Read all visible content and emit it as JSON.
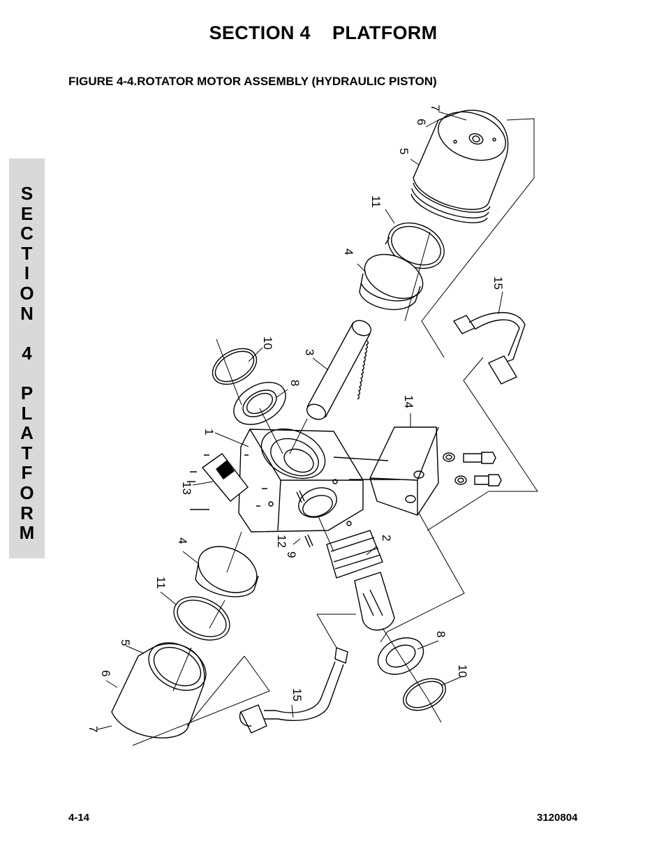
{
  "header": {
    "section_title": "SECTION 4    PLATFORM",
    "figure_title": "FIGURE 4-4.ROTATOR MOTOR ASSEMBLY (HYDRAULIC PISTON)"
  },
  "side_tab": {
    "letters": [
      "S",
      "E",
      "C",
      "T",
      "I",
      "O",
      "N",
      " ",
      "4",
      " ",
      "P",
      "L",
      "A",
      "T",
      "F",
      "O",
      "R",
      "M"
    ]
  },
  "callouts": {
    "c7_top": "7",
    "c6_top": "6",
    "c5_top": "5",
    "c11_top": "11",
    "c4_top": "4",
    "c15_top": "15",
    "c10_top": "10",
    "c3": "3",
    "c8_top": "8",
    "c14": "14",
    "c1": "1",
    "c13": "13",
    "c4_bot": "4",
    "c12": "12",
    "c9": "9",
    "c2": "2",
    "c11_bot": "11",
    "c5_bot": "5",
    "c6_bot": "6",
    "c7_bot": "7",
    "c15_bot": "15",
    "c8_bot": "8",
    "c10_bot": "10"
  },
  "footer": {
    "page_number": "4-14",
    "doc_number": "3120804"
  }
}
